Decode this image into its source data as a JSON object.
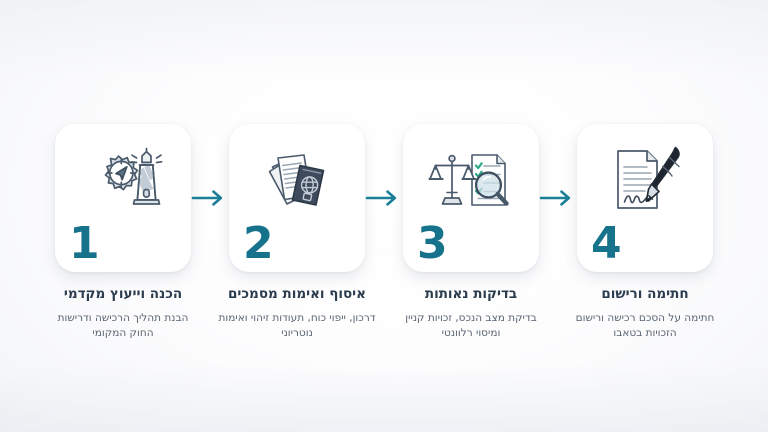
{
  "meta": {
    "language": "he",
    "direction": "rtl",
    "accent_teal": "#17728c",
    "arrow_color": "#1b7f97",
    "title_color": "#2b3c4e",
    "desc_color": "#586471",
    "card_bg": "#ffffff",
    "background": "#f4f6f8"
  },
  "steps": [
    {
      "number": "1",
      "title": "הכנה וייעוץ מקדמי",
      "description": "הבנת תהליך הרכישה ודרישות החוק המקומי",
      "icon": "gear-compass-lighthouse-icon"
    },
    {
      "number": "2",
      "title": "איסוף ואימות מסמכים",
      "description": "דרכון, ייפוי כוח, תעודות זיהוי ואימות נוטריוני",
      "icon": "documents-passport-icon"
    },
    {
      "number": "3",
      "title": "בדיקות נאותות",
      "description": "בדיקת מצב הנכס, זכויות קניין ומיסוי רלוונטי",
      "icon": "scales-checklist-magnifier-icon"
    },
    {
      "number": "4",
      "title": "חתימה ורישום",
      "description": "חתימה על הסכם רכישה ורישום הזכויות בטאבו",
      "icon": "signed-document-pen-icon"
    }
  ],
  "connectors": [
    {
      "label": "arrow-step-1-to-2"
    },
    {
      "label": "arrow-step-2-to-3"
    },
    {
      "label": "arrow-step-3-to-4"
    }
  ]
}
